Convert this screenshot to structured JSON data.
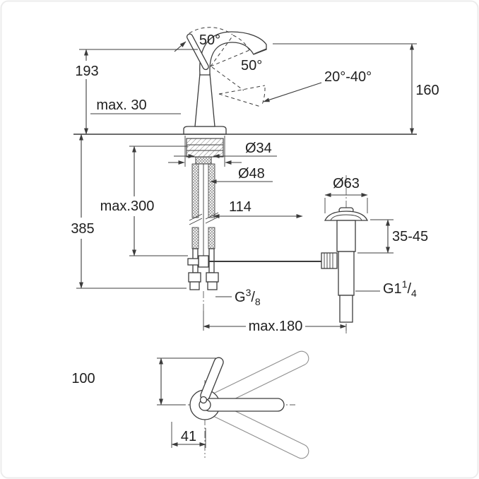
{
  "drawing": {
    "kind": "technical dimension drawing",
    "subject": "single-lever basin mixer with pop-up waste set",
    "line_color": "#3c3c3c",
    "background": "#ffffff"
  },
  "dims": {
    "overall_height": "193",
    "spout_height": "160",
    "deck_max": "max. 30",
    "swivel_top": "50°",
    "swivel_side": "50°",
    "handle_range": "20°-40°",
    "shank_dia": "Ø34",
    "base_dia": "Ø48",
    "hose_len": "max.300",
    "dim_114": "114",
    "below_total": "385",
    "waste_dia": "Ø63",
    "mount_range": "35-45",
    "rod_max": "max.180",
    "top_view_height": "100",
    "top_view_offset": "41"
  },
  "threads": {
    "supply_prefix": "G",
    "supply_num": "3",
    "supply_slash": "/",
    "supply_den": "8",
    "waste_prefix": "G1",
    "waste_num": "1",
    "waste_slash": "/",
    "waste_den": "4"
  }
}
